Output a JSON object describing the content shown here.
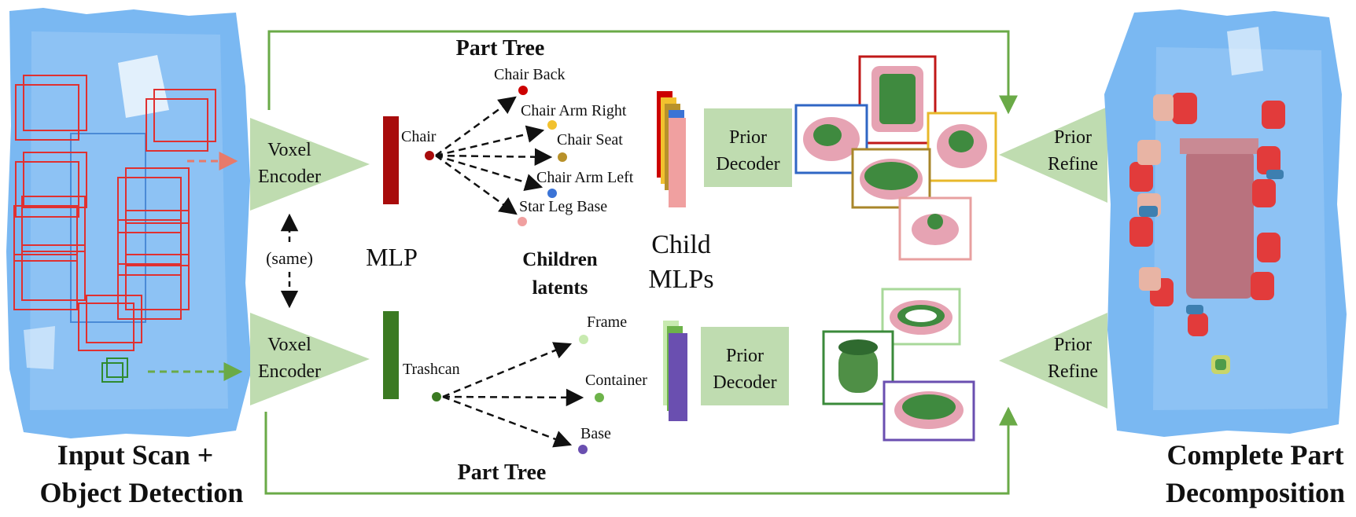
{
  "captions": {
    "input_line1": "Input Scan +",
    "input_line2": "Object Detection",
    "output_line1": "Complete Part",
    "output_line2": "Decomposition"
  },
  "encoders": {
    "top_line1": "Voxel",
    "top_line2": "Encoder",
    "bottom_line1": "Voxel",
    "bottom_line2": "Encoder",
    "same_label": "(same)"
  },
  "labels": {
    "mlp": "MLP",
    "children_latents_line1": "Children",
    "children_latents_line2": "latents",
    "child_mlps_line1": "Child",
    "child_mlps_line2": "MLPs"
  },
  "top_tree": {
    "title": "Part Tree",
    "root": "Chair",
    "children": [
      {
        "label": "Chair Back",
        "color": "#cc0000"
      },
      {
        "label": "Chair Arm Right",
        "color": "#f2c12e"
      },
      {
        "label": "Chair Seat",
        "color": "#b8912a"
      },
      {
        "label": "Chair Arm Left",
        "color": "#3b74d6"
      },
      {
        "label": "Star Leg Base",
        "color": "#f0a0a0"
      }
    ]
  },
  "bottom_tree": {
    "title": "Part Tree",
    "root": "Trashcan",
    "children": [
      {
        "label": "Frame",
        "color": "#c8eab0"
      },
      {
        "label": "Container",
        "color": "#6db34a"
      },
      {
        "label": "Base",
        "color": "#6a4fb0"
      }
    ]
  },
  "decoders": {
    "top_line1": "Prior",
    "top_line2": "Decoder",
    "bottom_line1": "Prior",
    "bottom_line2": "Decoder"
  },
  "refine": {
    "top_line1": "Prior",
    "top_line2": "Refine",
    "bottom_line1": "Prior",
    "bottom_line2": "Refine"
  },
  "colors": {
    "block_green": "#bfdcb0",
    "arrow_green": "#6aaa47",
    "chair_latent": "#a80c0c",
    "trash_latent": "#3b7a22",
    "scan_blue": "#6fb2f0",
    "detect_red": "#e03030"
  }
}
